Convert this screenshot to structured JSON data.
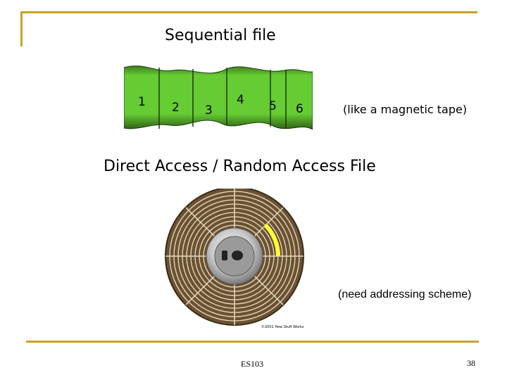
{
  "sequential": {
    "title": "Sequential file",
    "segments": [
      "1",
      "2",
      "3",
      "4",
      "5",
      "6"
    ],
    "caption": "(like a magnetic tape)"
  },
  "direct": {
    "title": "Direct Access / Random Access File",
    "caption": "(need addressing scheme)",
    "image_credit": "©2001 How Stuff Works"
  },
  "footer": {
    "course": "ES103",
    "page": "38"
  },
  "colors": {
    "frame": "#c9a227",
    "tape_green": "#66cc33",
    "disk_brown": "#6b5232",
    "sector_highlight": "#ffff33"
  }
}
